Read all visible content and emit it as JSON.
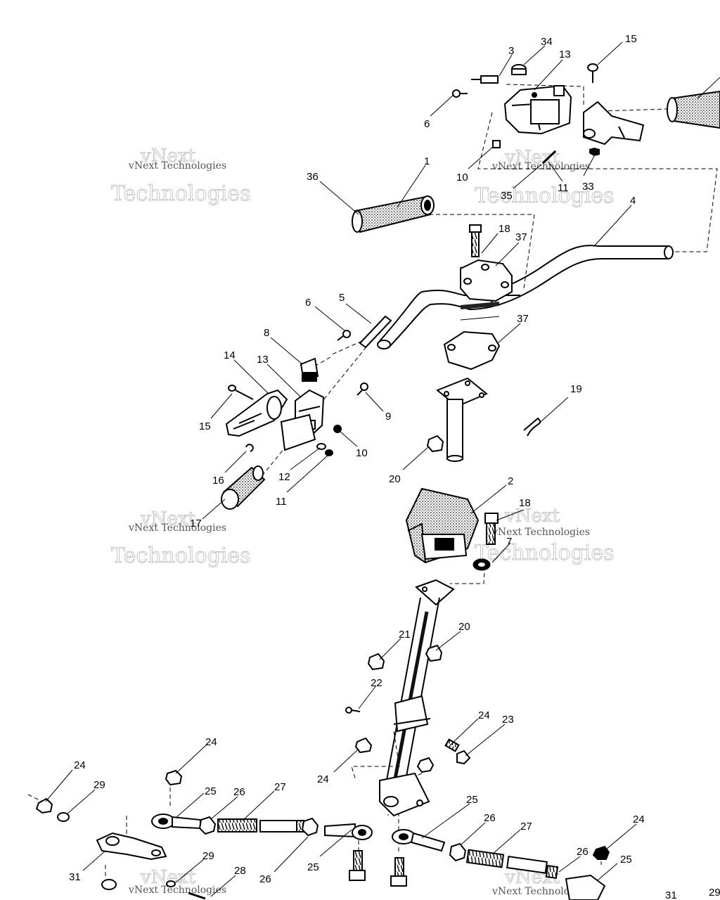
{
  "watermark": {
    "line1": "vNext",
    "line2": "Technologies",
    "caption": "vNext Technologies"
  },
  "callouts": [
    {
      "id": "c1",
      "text": "1"
    },
    {
      "id": "c2",
      "text": "2"
    },
    {
      "id": "c3",
      "text": "3"
    },
    {
      "id": "c4",
      "text": "4"
    },
    {
      "id": "c5",
      "text": "5"
    },
    {
      "id": "c6a",
      "text": "6"
    },
    {
      "id": "c6b",
      "text": "6"
    },
    {
      "id": "c7",
      "text": "7"
    },
    {
      "id": "c8",
      "text": "8"
    },
    {
      "id": "c9",
      "text": "9"
    },
    {
      "id": "c10a",
      "text": "10"
    },
    {
      "id": "c10b",
      "text": "10"
    },
    {
      "id": "c11a",
      "text": "11"
    },
    {
      "id": "c11b",
      "text": "11"
    },
    {
      "id": "c12",
      "text": "12"
    },
    {
      "id": "c13a",
      "text": "13"
    },
    {
      "id": "c13b",
      "text": "13"
    },
    {
      "id": "c14",
      "text": "14"
    },
    {
      "id": "c15a",
      "text": "15"
    },
    {
      "id": "c15b",
      "text": "15"
    },
    {
      "id": "c16",
      "text": "16"
    },
    {
      "id": "c17",
      "text": "17"
    },
    {
      "id": "c18a",
      "text": "18"
    },
    {
      "id": "c18b",
      "text": "18"
    },
    {
      "id": "c19",
      "text": "19"
    },
    {
      "id": "c20a",
      "text": "20"
    },
    {
      "id": "c20b",
      "text": "20"
    },
    {
      "id": "c21",
      "text": "21"
    },
    {
      "id": "c22",
      "text": "22"
    },
    {
      "id": "c23",
      "text": "23"
    },
    {
      "id": "c24a",
      "text": "24"
    },
    {
      "id": "c24b",
      "text": "24"
    },
    {
      "id": "c24c",
      "text": "24"
    },
    {
      "id": "c24d",
      "text": "24"
    },
    {
      "id": "c24e",
      "text": "24"
    },
    {
      "id": "c25a",
      "text": "25"
    },
    {
      "id": "c25b",
      "text": "25"
    },
    {
      "id": "c25c",
      "text": "25"
    },
    {
      "id": "c25d",
      "text": "25"
    },
    {
      "id": "c26a",
      "text": "26"
    },
    {
      "id": "c26b",
      "text": "26"
    },
    {
      "id": "c26c",
      "text": "26"
    },
    {
      "id": "c26d",
      "text": "26"
    },
    {
      "id": "c27a",
      "text": "27"
    },
    {
      "id": "c27b",
      "text": "27"
    },
    {
      "id": "c28",
      "text": "28"
    },
    {
      "id": "c29a",
      "text": "29"
    },
    {
      "id": "c29b",
      "text": "29"
    },
    {
      "id": "c29c",
      "text": "29"
    },
    {
      "id": "c31a",
      "text": "31"
    },
    {
      "id": "c31b",
      "text": "31"
    },
    {
      "id": "c33",
      "text": "33"
    },
    {
      "id": "c34",
      "text": "34"
    },
    {
      "id": "c35",
      "text": "35"
    },
    {
      "id": "c36",
      "text": "36"
    },
    {
      "id": "c37a",
      "text": "37"
    },
    {
      "id": "c37b",
      "text": "37"
    }
  ]
}
